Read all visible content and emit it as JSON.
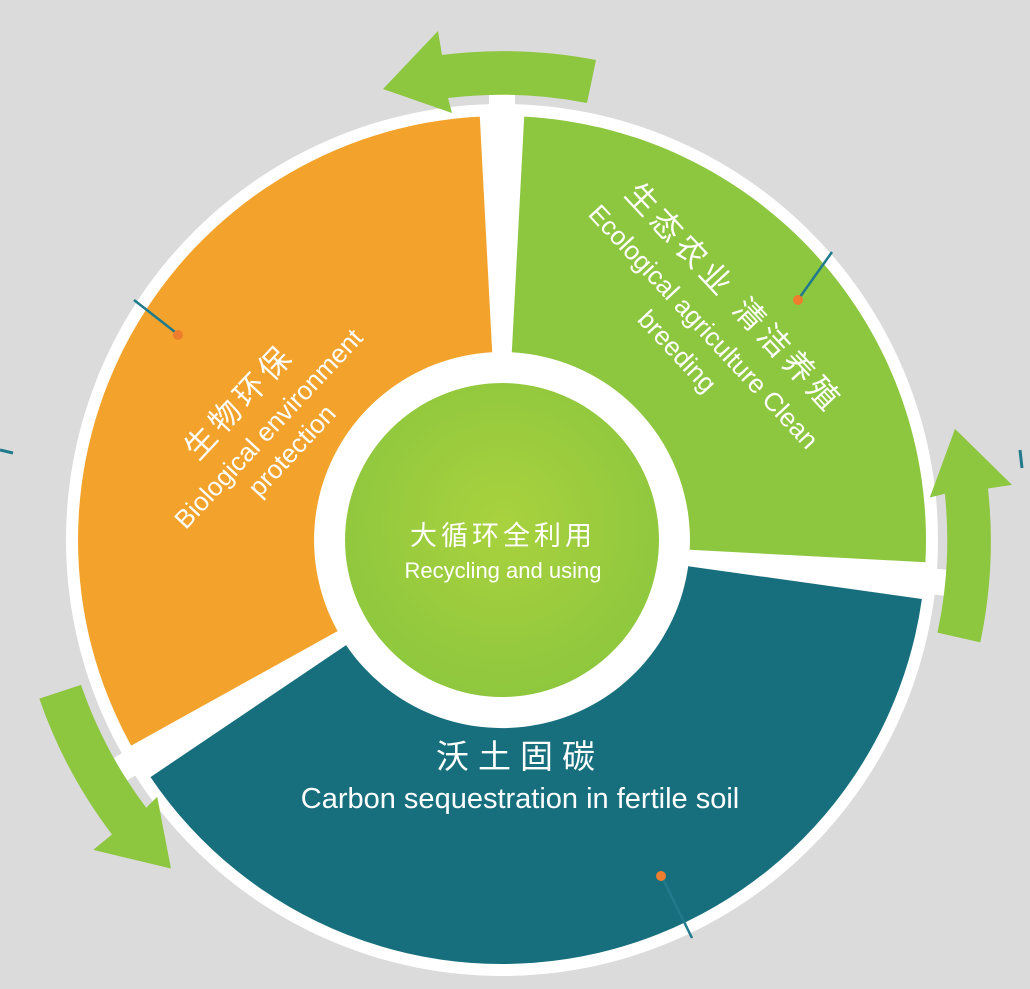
{
  "colors": {
    "background": "#DBDBDB",
    "white": "#FFFFFF",
    "arrow": "#8DC63F",
    "callout_line": "#1F7A8C",
    "callout_dot": "#EE7D2E",
    "center_inner": "#A9D23E",
    "center_outer": "#8CC63E"
  },
  "center": {
    "zh": "大循环全利用",
    "en": "Recycling and using"
  },
  "segments": {
    "orange": {
      "color": "#F3A32C",
      "zh": "生物环保",
      "en1": "Biological environment",
      "en2": "protection"
    },
    "green": {
      "color": "#8DC63F",
      "zh": "生态农业 清洁养殖",
      "en1": "Ecological agriculture Clean",
      "en2": "breeding"
    },
    "teal": {
      "color": "#176F7E",
      "zh": "沃土固碳",
      "en": "Carbon sequestration in fertile soil"
    }
  },
  "icons": {
    "arrows": [
      "cycle-arrow-top",
      "cycle-arrow-right",
      "cycle-arrow-bottom-left"
    ]
  }
}
